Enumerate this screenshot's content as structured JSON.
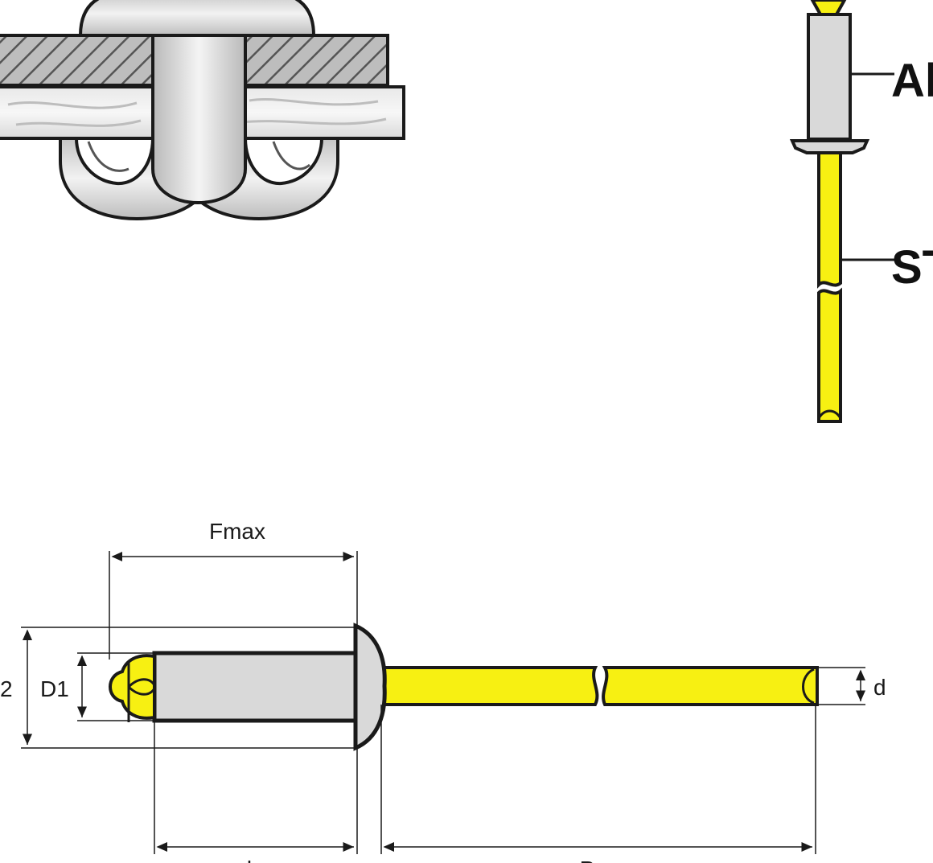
{
  "colors": {
    "stem": "#f7f012",
    "body_metal": "#d9d9d9",
    "outline": "#1a1a1a",
    "background": "#ffffff"
  },
  "callouts": {
    "top": "Al",
    "bottom": "ST"
  },
  "dimensions": {
    "fmax": "Fmax",
    "d1": "D1",
    "d2": "2",
    "d": "d",
    "l": "l",
    "p": "P"
  }
}
